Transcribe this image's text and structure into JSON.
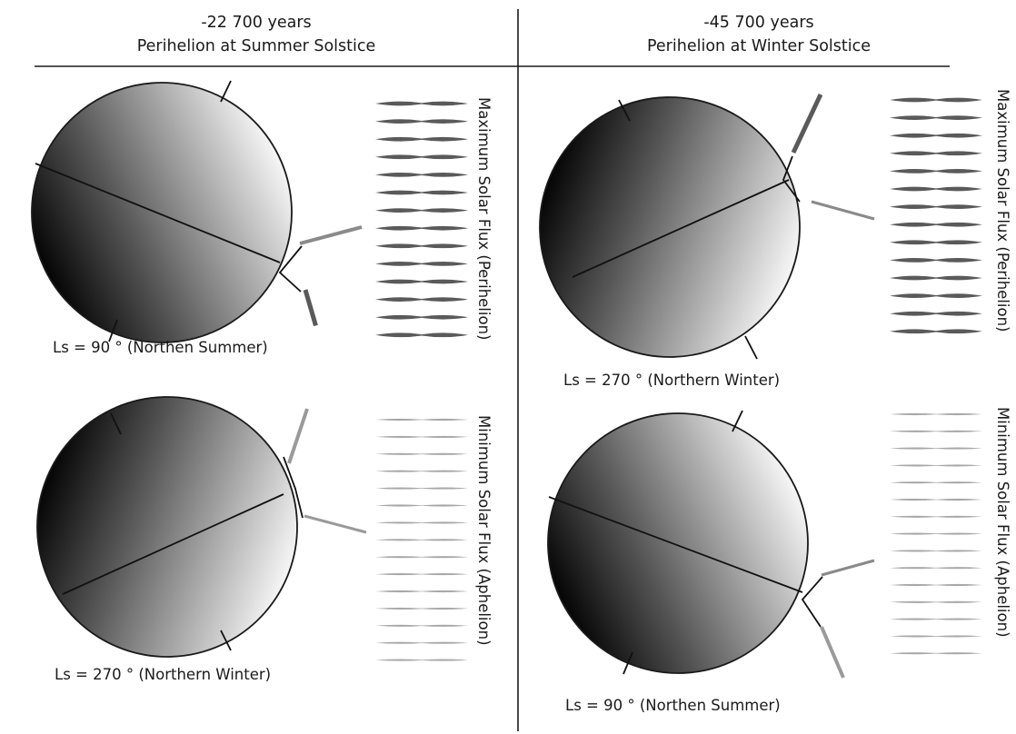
{
  "columns": [
    {
      "era": "-22 700 years",
      "configuration": "Perihelion at Summer Solstice",
      "panels": [
        {
          "caption": "Ls = 90 ° (Northen Summer)",
          "flux_label": "Maximum Solar Flux (Perihelion)",
          "flux_level": "maximum"
        },
        {
          "caption": "Ls = 270 ° (Northern Winter)",
          "flux_label": "Minimum Solar Flux (Aphelion)",
          "flux_level": "minimum"
        }
      ]
    },
    {
      "era": "-45 700 years",
      "configuration": "Perihelion at Winter Solstice",
      "panels": [
        {
          "caption": "Ls = 270 ° (Northern Winter)",
          "flux_label": "Maximum Solar Flux (Perihelion)",
          "flux_level": "maximum"
        },
        {
          "caption": "Ls = 90 ° (Northen Summer)",
          "flux_label": "Minimum Solar Flux (Aphelion)",
          "flux_level": "minimum"
        }
      ]
    }
  ],
  "colors": {
    "ink": "#1a1a1a",
    "planet_dark": "#050505",
    "planet_light": "#f6f6f6",
    "flux_max": "#5a5a5a",
    "flux_min": "#a8a8a8"
  }
}
